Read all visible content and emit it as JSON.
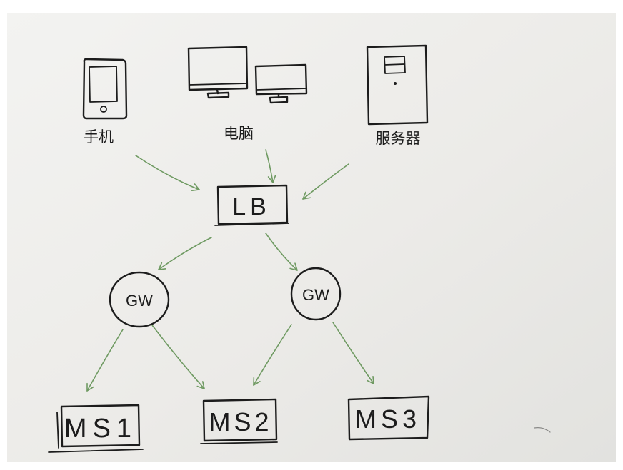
{
  "diagram": {
    "clients": [
      {
        "label": "手机",
        "icon": "phone-icon"
      },
      {
        "label": "电脑",
        "icon": "monitor-icon"
      },
      {
        "label": "服务器",
        "icon": "server-icon"
      }
    ],
    "load_balancer": {
      "label": "LB"
    },
    "gateways": [
      {
        "label": "GW"
      },
      {
        "label": "GW"
      }
    ],
    "services": [
      {
        "label": "MS1"
      },
      {
        "label": "MS2"
      },
      {
        "label": "MS3"
      }
    ]
  },
  "colors": {
    "ink": "#1c1c1c",
    "arrow": "#6f9a62",
    "paper": "#ecebe8",
    "background": "#ffffff"
  }
}
